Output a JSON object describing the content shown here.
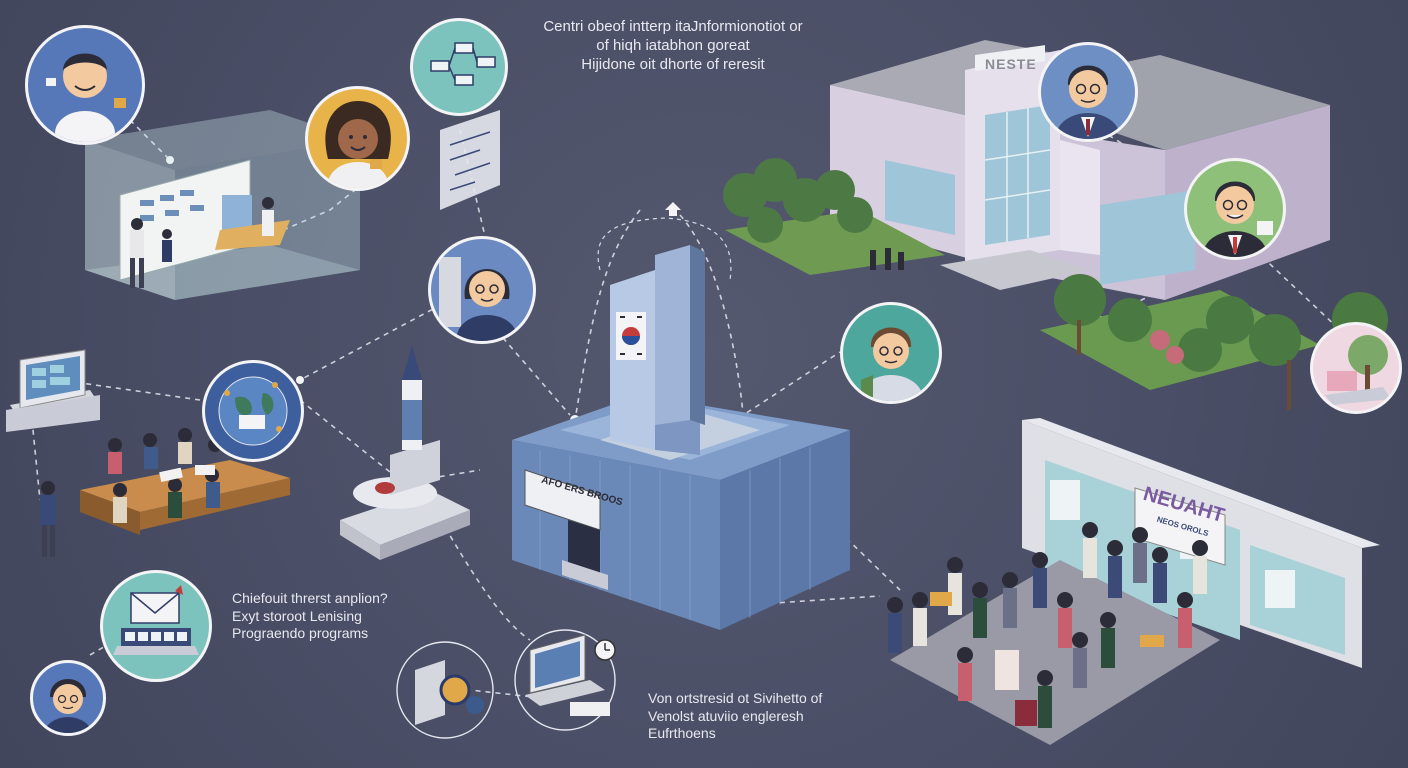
{
  "captions": {
    "top": [
      "Centri obeof intterp itaJnformionotiot or",
      "of hiqh iatabhon goreat",
      "Hijidone oit dhorte of reresit"
    ],
    "left": [
      "Chiefouit threrst anplion?",
      "Exyt storoot Lenising",
      "Prograendo programs"
    ],
    "bottom": [
      "Von ortstresid ot Sivihetto of",
      "Venolst atuviio engleresh",
      "Eufrthoens"
    ]
  },
  "signs": {
    "tower": "AFO ERS BROOS",
    "campus": "NESTE",
    "store": "NEUAHT",
    "store_sub": "NEOS OROLS"
  },
  "icons": {
    "avatars": [
      "teacher-avatar",
      "student-avatar",
      "counselor-avatar",
      "principal-avatar",
      "professor-avatar",
      "graduate-avatar",
      "learner-avatar"
    ],
    "objects": [
      "flowchart-icon",
      "globe-icon",
      "envelope-icon",
      "clock-icon",
      "laptop-icon",
      "rocket-icon",
      "flag-icon"
    ]
  },
  "colors": {
    "background": "#4a4e66",
    "bubble_border": "#f4f4f6",
    "accent_blue": "#6f8ec2",
    "accent_green": "#5f9a5c",
    "building_lilac": "#d8cfe0",
    "text": "#e8e9f0"
  }
}
